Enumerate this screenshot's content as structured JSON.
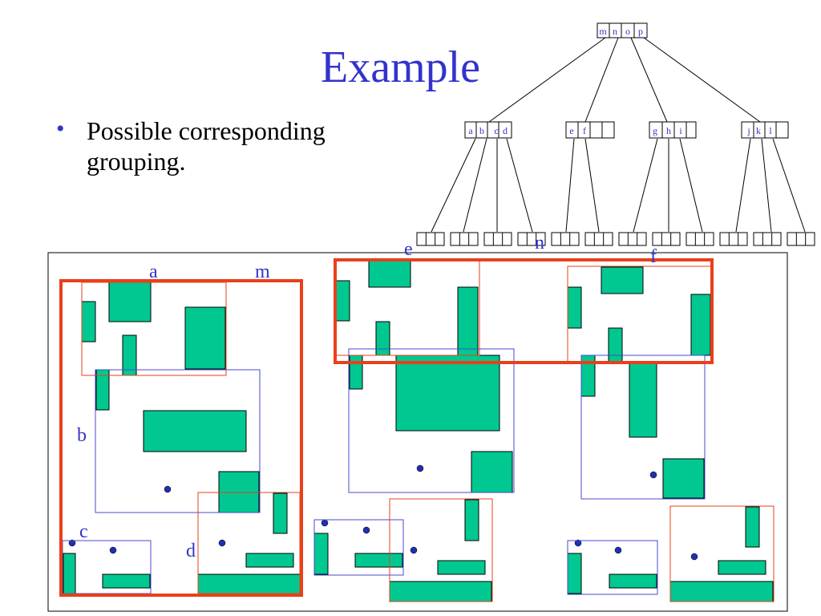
{
  "slide": {
    "title": "Example",
    "bullet": "Possible corresponding grouping."
  },
  "colors": {
    "title_blue": "#3333cc",
    "label_blue": "#3333cc",
    "rect_fill": "#00c890",
    "node_border": "#000000",
    "group_red": "#e8401a",
    "group_blue": "#4a4ad0"
  },
  "tree": {
    "root_entries": [
      "m",
      "n",
      "o",
      "p"
    ],
    "internal_nodes": [
      {
        "entries": [
          "a",
          "b",
          "c",
          "d"
        ]
      },
      {
        "entries": [
          "e",
          "f",
          "",
          ""
        ]
      },
      {
        "entries": [
          "g",
          "h",
          "i",
          ""
        ]
      },
      {
        "entries": [
          "j",
          "k",
          "l",
          ""
        ]
      }
    ],
    "leaf_count": 12
  },
  "labels": {
    "a": "a",
    "m": "m",
    "b": "b",
    "c": "c",
    "d": "d",
    "e": "e",
    "f": "f",
    "n": "n"
  }
}
